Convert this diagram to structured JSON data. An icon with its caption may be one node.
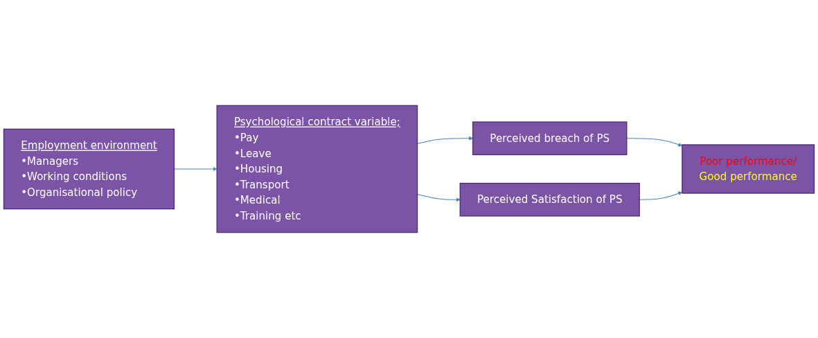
{
  "diagram": {
    "nodes": [
      {
        "text": [
          "Employment environment",
          "•Managers",
          "•Working conditions",
          "•Organisational policy"
        ]
      },
      {
        "text": [
          "Psychological contract variable;",
          "•Pay",
          "•Leave",
          "•Housing",
          "•Transport",
          "•Medical",
          "•Training etc"
        ]
      },
      {
        "text": [
          "Perceived breach of PS"
        ]
      },
      {
        "text": [
          "Perceived Satisfaction of PS"
        ]
      },
      {
        "text": [
          "Poor performance/",
          "Good performance"
        ]
      }
    ],
    "edges": [
      {
        "from": 0,
        "to": 1,
        "arrow": "to"
      },
      {
        "from": 1,
        "to": 2,
        "arrow": "to"
      },
      {
        "from": 1,
        "to": 3,
        "arrow": "to"
      },
      {
        "from": 2,
        "to": 4,
        "arrow": "to"
      },
      {
        "from": 3,
        "to": 4,
        "arrow": "to"
      }
    ]
  }
}
